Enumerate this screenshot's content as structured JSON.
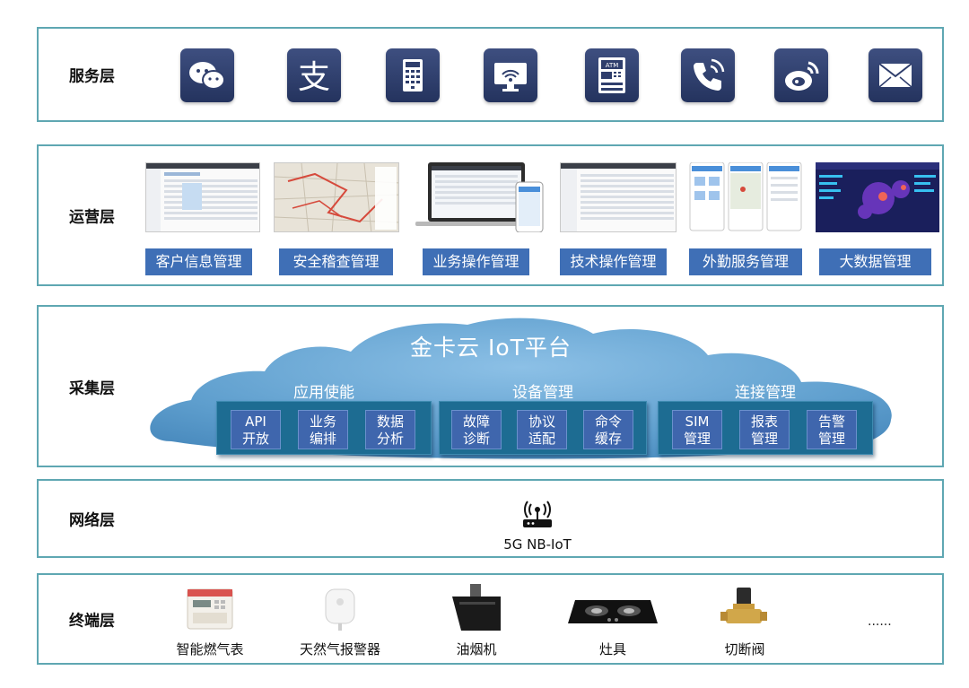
{
  "layers": {
    "service": {
      "label": "服务层",
      "icons": [
        "wechat-icon",
        "alipay-icon",
        "keypad-terminal-icon",
        "smart-tv-icon",
        "atm-icon",
        "phone-icon",
        "weibo-icon",
        "mail-icon"
      ],
      "atm_text": "ATM",
      "alipay_glyph": "支"
    },
    "operations": {
      "label": "运营层",
      "modules": [
        "客户信息管理",
        "安全稽查管理",
        "业务操作管理",
        "技术操作管理",
        "外勤服务管理",
        "大数据管理"
      ]
    },
    "collection": {
      "label": "采集层",
      "platform_title": "金卡云 IoT平台",
      "groups": [
        {
          "title": "应用使能",
          "items": [
            {
              "l1": "API",
              "l2": "开放"
            },
            {
              "l1": "业务",
              "l2": "编排"
            },
            {
              "l1": "数据",
              "l2": "分析"
            }
          ]
        },
        {
          "title": "设备管理",
          "items": [
            {
              "l1": "故障",
              "l2": "诊断"
            },
            {
              "l1": "协议",
              "l2": "适配"
            },
            {
              "l1": "命令",
              "l2": "缓存"
            }
          ]
        },
        {
          "title": "连接管理",
          "items": [
            {
              "l1": "SIM",
              "l2": "管理"
            },
            {
              "l1": "报表",
              "l2": "管理"
            },
            {
              "l1": "告警",
              "l2": "管理"
            }
          ]
        }
      ]
    },
    "network": {
      "label": "网络层",
      "icon": "wireless-router-icon",
      "tech": "5G NB-IoT"
    },
    "terminal": {
      "label": "终端层",
      "devices": [
        "智能燃气表",
        "天然气报警器",
        "油烟机",
        "灶具",
        "切断阀"
      ],
      "more": "......"
    }
  },
  "colors": {
    "border": "#5fa7b2",
    "icon_bg": "#2f3e6c",
    "module_bg": "#3f6fb6",
    "cloud": "#5f9fce",
    "tile": "#3f66ad"
  }
}
